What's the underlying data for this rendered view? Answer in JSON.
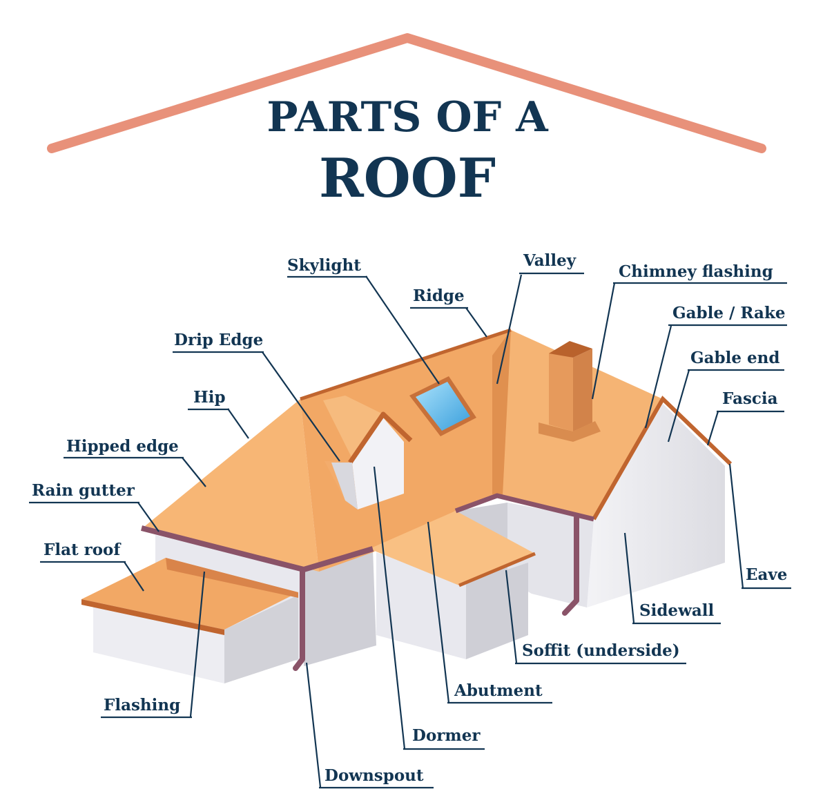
{
  "title": {
    "line1": "PARTS OF A",
    "line2": "ROOF"
  },
  "colors": {
    "heading": "#123552",
    "roof_outline": "#e8917a",
    "roof_light": "#f9c083",
    "roof_mid": "#f2a865",
    "roof_dark": "#dc874a",
    "roof_edge": "#c0652f",
    "wall_light": "#eeeef2",
    "wall_shade": "#cfcfd6",
    "gutter": "#8a5368",
    "skylight": "#5fb8e6"
  },
  "labels": {
    "skylight": "Skylight",
    "valley": "Valley",
    "chimney_flashing": "Chimney flashing",
    "ridge": "Ridge",
    "gable_rake": "Gable / Rake",
    "drip_edge": "Drip Edge",
    "gable_end": "Gable end",
    "hip": "Hip",
    "fascia": "Fascia",
    "hipped_edge": "Hipped edge",
    "rain_gutter": "Rain gutter",
    "flat_roof": "Flat roof",
    "eave": "Eave",
    "sidewall": "Sidewall",
    "soffit": "Soffit (underside)",
    "flashing": "Flashing",
    "abutment": "Abutment",
    "dormer": "Dormer",
    "downspout": "Downspout"
  }
}
